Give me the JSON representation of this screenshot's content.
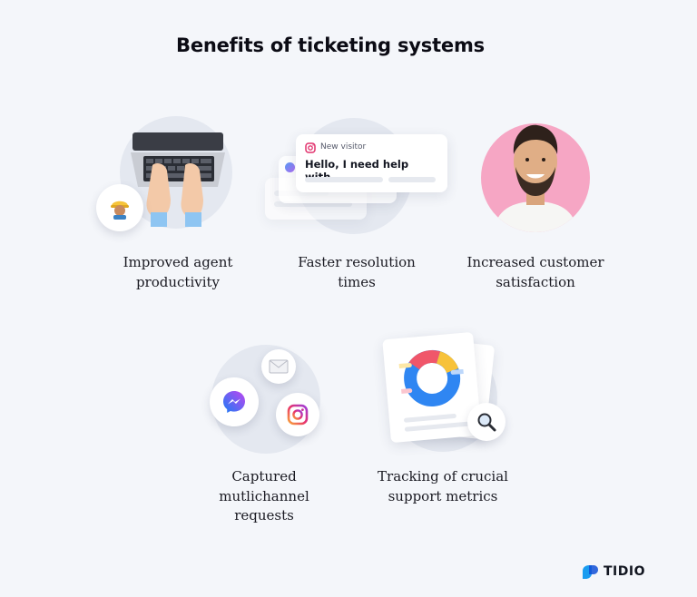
{
  "title": "Benefits of ticketing systems",
  "benefits": [
    {
      "line1": "Improved agent",
      "line2": "productivity",
      "illustration": "laptop-typing-with-worker-emoji"
    },
    {
      "line1": "Faster resolution",
      "line2": "times",
      "illustration": "chat-message-card"
    },
    {
      "line1": "Increased customer",
      "line2": "satisfaction",
      "illustration": "smiling-customer-photo"
    },
    {
      "line1": "Captured",
      "line2": "mutlichannel",
      "line3": "requests",
      "illustration": "messenger-mail-instagram-icons"
    },
    {
      "line1": "Tracking of crucial",
      "line2": "support metrics",
      "illustration": "donut-chart-report-with-magnifier"
    }
  ],
  "chat": {
    "source": "New visitor",
    "message": "Hello, I need help with..."
  },
  "brand": {
    "name": "TIDIO"
  },
  "colors": {
    "background": "#f4f6fa",
    "circle": "#e4e8f0",
    "pink": "#f6a6c4",
    "blue": "#2f86f2",
    "red": "#f0566a",
    "yellow": "#f7c23a"
  }
}
